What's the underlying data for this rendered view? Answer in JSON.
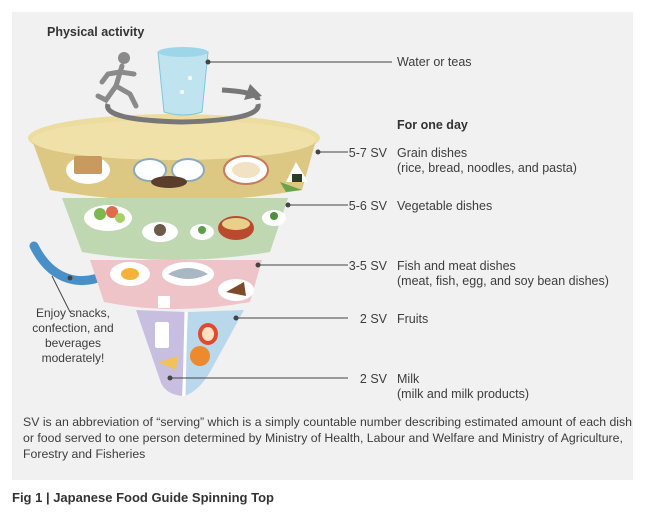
{
  "title": "Physical activity",
  "water_label": "Water or teas",
  "day_label": "For one day",
  "tiers": [
    {
      "servings": "5-7 SV",
      "name": "Grain dishes",
      "detail": "(rice, bread, noodles, and pasta)"
    },
    {
      "servings": "5-6 SV",
      "name": "Vegetable dishes",
      "detail": ""
    },
    {
      "servings": "3-5 SV",
      "name": "Fish and meat dishes",
      "detail": "(meat, fish, egg, and soy bean dishes)"
    },
    {
      "servings": "2 SV",
      "name": "Fruits",
      "detail": ""
    },
    {
      "servings": "2 SV",
      "name": "Milk",
      "detail": "(milk and milk products)"
    }
  ],
  "snacks": [
    "Enjoy snacks,",
    "confection, and",
    "beverages",
    "moderately!"
  ],
  "footnote": "SV is an abbreviation of “serving” which is a simply countable number describing estimated amount of each dish or food served to one person determined by Ministry of Health, Labour and Welfare and Ministry of Agriculture, Forestry and Fisheries",
  "caption": "Fig 1 | Japanese Food Guide Spinning Top",
  "colors": {
    "panel": "#f1f1f1",
    "top_disc": "#ecdca0",
    "grain": "#dcc783",
    "vegetable": "#bfd8b1",
    "fish_meat": "#eec4c9",
    "milk": "#c8bfe0",
    "fruit": "#b9d8ec",
    "string": "#4a90c8"
  }
}
